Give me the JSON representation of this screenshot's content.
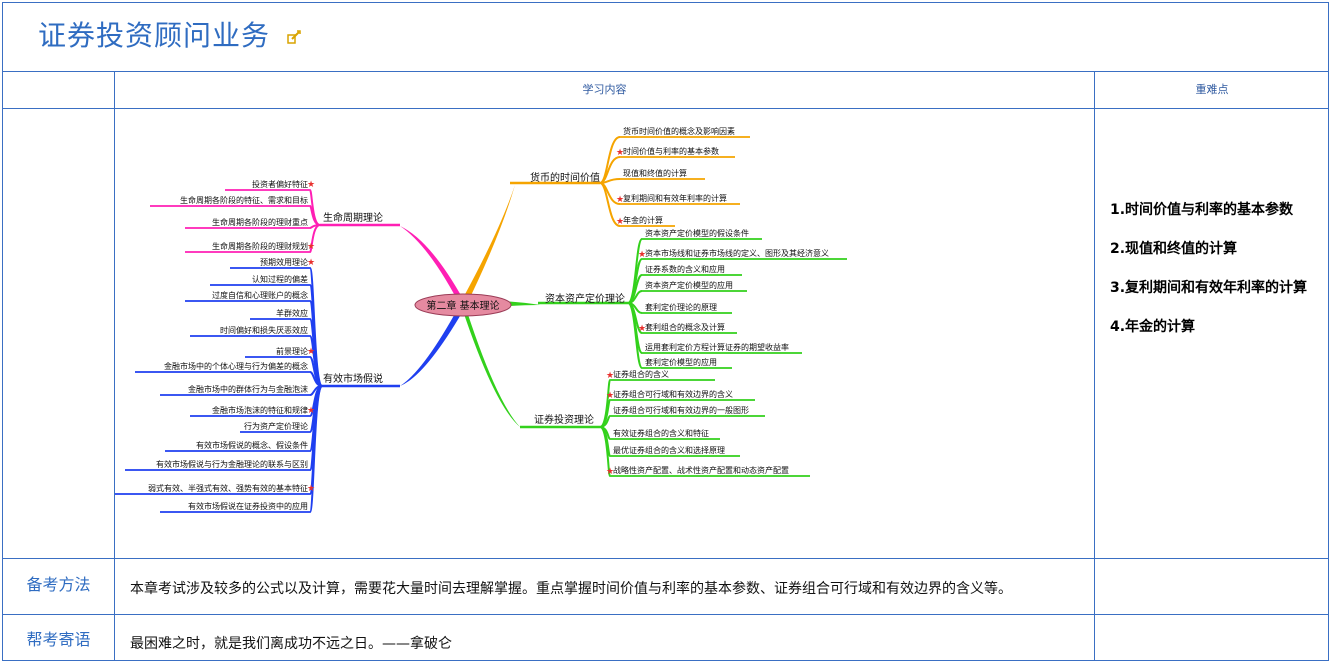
{
  "page": {
    "title": "证券投资顾问业务"
  },
  "header": {
    "content_col": "学习内容",
    "key_col": "重难点"
  },
  "mindmap": {
    "center": "第二章 基本理论",
    "branches": {
      "money": {
        "label": "货币的时间价值",
        "items": [
          "货币时间价值的概念及影响因素",
          "时间价值与利率的基本参数",
          "现值和终值的计算",
          "复利期间和有效年利率的计算",
          "年金的计算"
        ]
      },
      "capm": {
        "label": "资本资产定价理论",
        "items": [
          "资本资产定价模型的假设条件",
          "资本市场线和证券市场线的定义、图形及其经济意义",
          "证券系数的含义和应用",
          "资本资产定价模型的应用",
          "套利定价理论的原理",
          "套利组合的概念及计算",
          "运用套利定价方程计算证券的期望收益率",
          "套利定价模型的应用"
        ]
      },
      "portfolio": {
        "label": "证券投资理论",
        "items": [
          "证券组合的含义",
          "证券组合可行域和有效边界的含义",
          "证券组合可行域和有效边界的一般图形",
          "有效证券组合的含义和特征",
          "最优证券组合的含义和选择原理",
          "战略性资产配置、战术性资产配置和动态资产配置"
        ]
      },
      "life": {
        "label": "生命周期理论",
        "items": [
          "投资者偏好特征",
          "生命周期各阶段的特征、需求和目标",
          "生命周期各阶段的理财重点",
          "生命周期各阶段的理财规划"
        ]
      },
      "emh": {
        "label": "有效市场假说",
        "items": [
          "预期效用理论",
          "认知过程的偏差",
          "过度自信和心理账户的概念",
          "羊群效应",
          "时间偏好和损失厌恶效应",
          "前景理论",
          "金融市场中的个体心理与行为偏差的概念",
          "金融市场中的群体行为与金融泡沫",
          "金融市场泡沫的特征和规律",
          "行为资产定价理论",
          "有效市场假说的概念、假设条件",
          "有效市场假说与行为金融理论的联系与区别",
          "弱式有效、半强式有效、强势有效的基本特征",
          "有效市场假说在证券投资中的应用"
        ]
      }
    }
  },
  "key_points": [
    "1.时间价值与利率的基本参数",
    "2.现值和终值的计算",
    "3.复利期间和有效年利率的计算",
    "4.年金的计算"
  ],
  "method": {
    "label": "备考方法",
    "text": "本章考试涉及较多的公式以及计算，需要花大量时间去理解掌握。重点掌握时间价值与利率的基本参数、证券组合可行域和有效边界的含义等。"
  },
  "motto": {
    "label": "帮考寄语",
    "text": "最困难之时，就是我们离成功不远之日。——拿破仑"
  },
  "colors": {
    "border": "#3a6fc3",
    "money": "#f5a400",
    "capm": "#33d11c",
    "portfolio": "#33d11c",
    "life": "#ff1fb4",
    "emh": "#1f3ff0",
    "star": "#e8312f"
  }
}
